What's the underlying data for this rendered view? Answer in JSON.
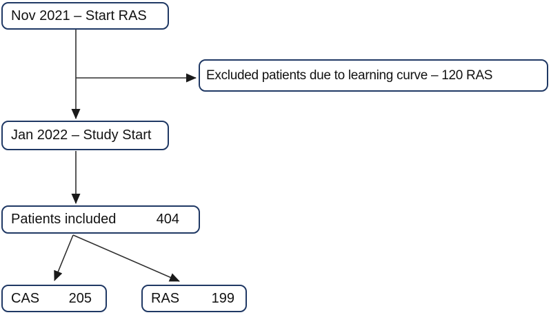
{
  "diagram": {
    "type": "flowchart",
    "nodes": {
      "start": {
        "label": "Nov 2021 – Start RAS"
      },
      "excluded": {
        "label": "Excluded patients due to learning curve – 120 RAS"
      },
      "study_start": {
        "label": "Jan 2022 – Study Start"
      },
      "included": {
        "label": "Patients included",
        "value": "404"
      },
      "cas": {
        "label": "CAS",
        "value": "205"
      },
      "ras": {
        "label": "RAS",
        "value": "199"
      }
    },
    "edges": [
      {
        "from": "start",
        "to": "study_start"
      },
      {
        "from": "start",
        "to": "excluded"
      },
      {
        "from": "study_start",
        "to": "included"
      },
      {
        "from": "included",
        "to": "cas"
      },
      {
        "from": "included",
        "to": "ras"
      }
    ],
    "colors": {
      "box_border": "#1f3864",
      "box_fill": "#ffffff",
      "connector": "#2f2f2f",
      "arrowhead": "#1a1a1a",
      "text": "#111111",
      "background": "#ffffff"
    }
  }
}
